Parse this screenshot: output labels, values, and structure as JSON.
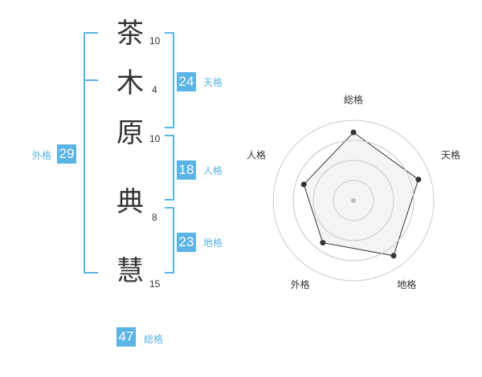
{
  "name_chars": [
    {
      "char": "茶",
      "strokes": "10"
    },
    {
      "char": "木",
      "strokes": "4"
    },
    {
      "char": "原",
      "strokes": "10"
    },
    {
      "char": "典",
      "strokes": "8"
    },
    {
      "char": "慧",
      "strokes": "15"
    }
  ],
  "kaku": {
    "tenkaku": {
      "value": "24",
      "label": "天格"
    },
    "jinkaku": {
      "value": "18",
      "label": "人格"
    },
    "chikaku": {
      "value": "23",
      "label": "地格"
    },
    "gaikaku": {
      "value": "29",
      "label": "外格"
    },
    "soukaku": {
      "value": "47",
      "label": "総格"
    }
  },
  "chart_data": {
    "type": "radar",
    "axes": [
      "総格",
      "天格",
      "地格",
      "外格",
      "人格"
    ],
    "values": [
      0.85,
      0.85,
      0.85,
      0.65,
      0.65
    ],
    "range": [
      0,
      1
    ],
    "rings": 4,
    "colors": {
      "fill": "#f0f0f0",
      "line": "#333333",
      "grid": "#cccccc"
    }
  },
  "colors": {
    "accent": "#5ab4e6",
    "text": "#333333"
  }
}
